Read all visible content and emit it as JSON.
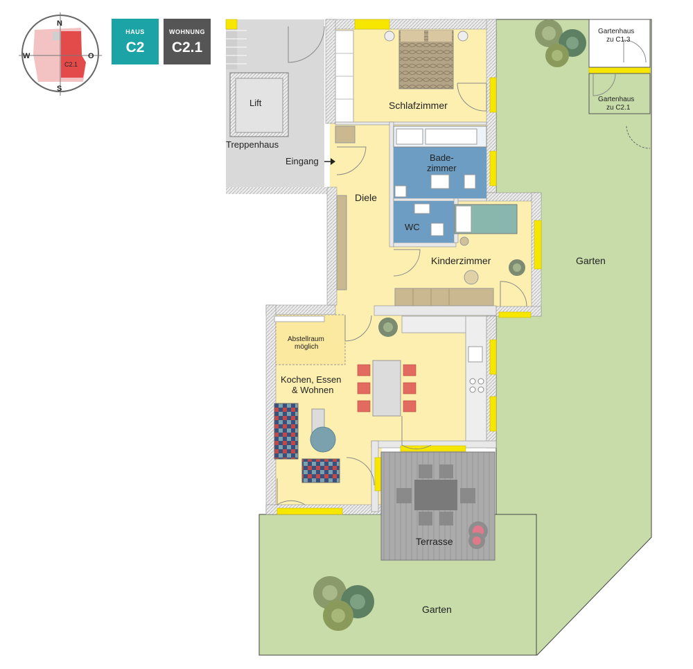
{
  "badges": {
    "haus": {
      "caption": "HAUS",
      "value": "C2",
      "color": "#1ba3a6"
    },
    "wohnung": {
      "caption": "WOHNUNG",
      "value": "C2.1",
      "color": "#555555"
    }
  },
  "compass": {
    "n": "N",
    "s": "S",
    "w": "W",
    "o": "O",
    "unit": "C2.1"
  },
  "rooms": {
    "schlafzimmer": "Schlafzimmer",
    "bad_line1": "Bade-",
    "bad_line2": "zimmer",
    "wc": "WC",
    "diele": "Diele",
    "kinderzimmer": "Kinderzimmer",
    "kochen_line1": "Kochen, Essen",
    "kochen_line2": "& Wohnen",
    "abstell_line1": "Abstellraum",
    "abstell_line2": "möglich",
    "terrasse": "Terrasse",
    "garten_east": "Garten",
    "garten_south": "Garten",
    "lift": "Lift",
    "treppenhaus": "Treppenhaus",
    "eingang": "Eingang",
    "gartenhaus1_line1": "Gartenhaus",
    "gartenhaus1_line2": "zu C1.3",
    "gartenhaus2_line1": "Gartenhaus",
    "gartenhaus2_line2": "zu C2.1"
  },
  "colors": {
    "garden": "#c8dcaa",
    "floor": "#fcefb0",
    "bath": "#6d9dc2",
    "stair": "#d9d9d9",
    "window": "#f6e600",
    "wall_hatch": "#bdbdbd",
    "terrace": "#a8a8a8",
    "chair": "#e36a5e"
  }
}
